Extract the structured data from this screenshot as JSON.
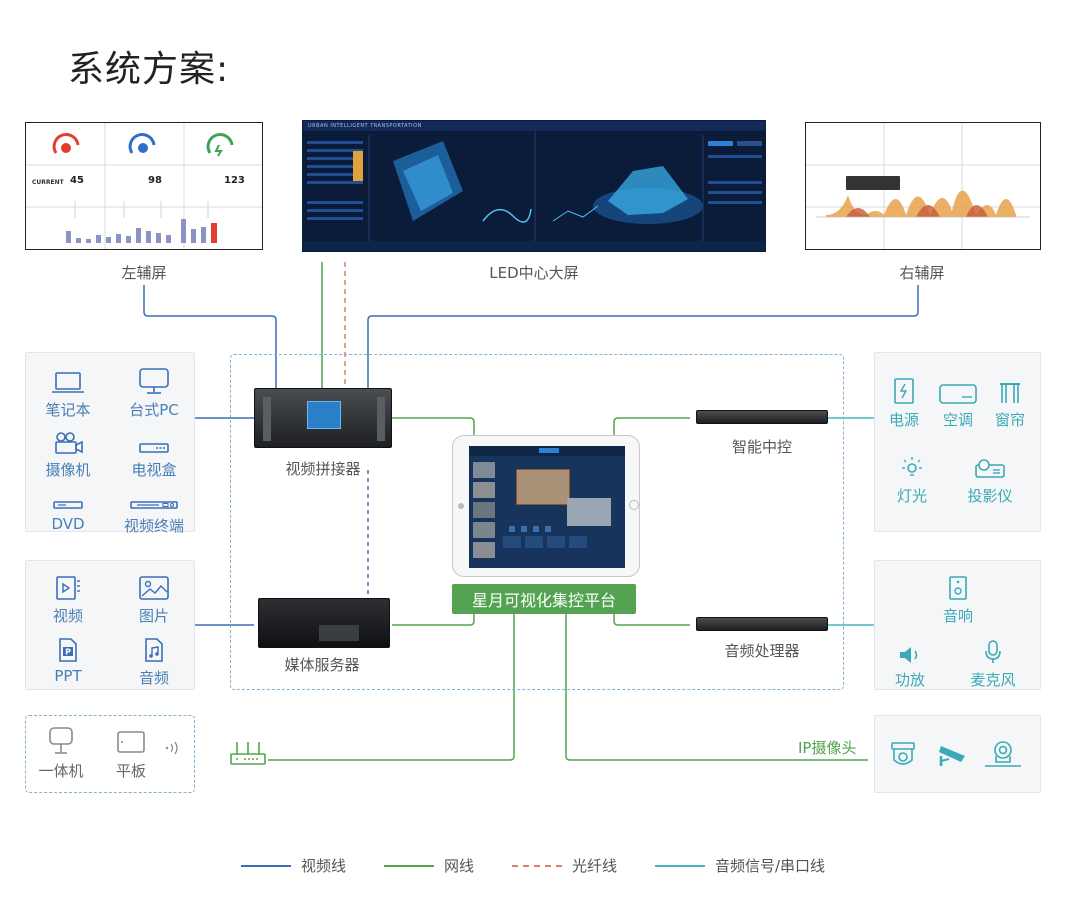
{
  "title": "系统方案:",
  "screens": {
    "left": {
      "label": "左辅屏",
      "values": [
        "45",
        "98",
        "123"
      ],
      "tiles": [
        "CURRENT"
      ]
    },
    "center": {
      "label": "LED中心大屏",
      "header": "URBAN INTELLIGENT TRANSPORTATION"
    },
    "right": {
      "label": "右辅屏"
    }
  },
  "devices": {
    "splicer": "视频拼接器",
    "media_server": "媒体服务器",
    "platform": "星月可视化集控平台",
    "smart_control": "智能中控",
    "audio_processor": "音频处理器"
  },
  "inputs": {
    "sources": [
      "笔记本",
      "台式PC",
      "摄像机",
      "电视盒",
      "DVD",
      "视频终端"
    ],
    "media": [
      "视频",
      "图片",
      "PPT",
      "音频"
    ],
    "terminals": [
      "一体机",
      "平板"
    ]
  },
  "outputs": {
    "control": [
      "电源",
      "空调",
      "窗帘",
      "灯光",
      "投影仪"
    ],
    "audio": [
      "音响",
      "功放",
      "麦克风"
    ],
    "ip_camera": "IP摄像头"
  },
  "legend": [
    "视频线",
    "网线",
    "光纤线",
    "音频信号/串口线"
  ],
  "colors": {
    "video_line": "#3b6fb6",
    "network_line": "#53a350",
    "fiber_line": "#e07a6a",
    "audio_line": "#45b7c4"
  }
}
